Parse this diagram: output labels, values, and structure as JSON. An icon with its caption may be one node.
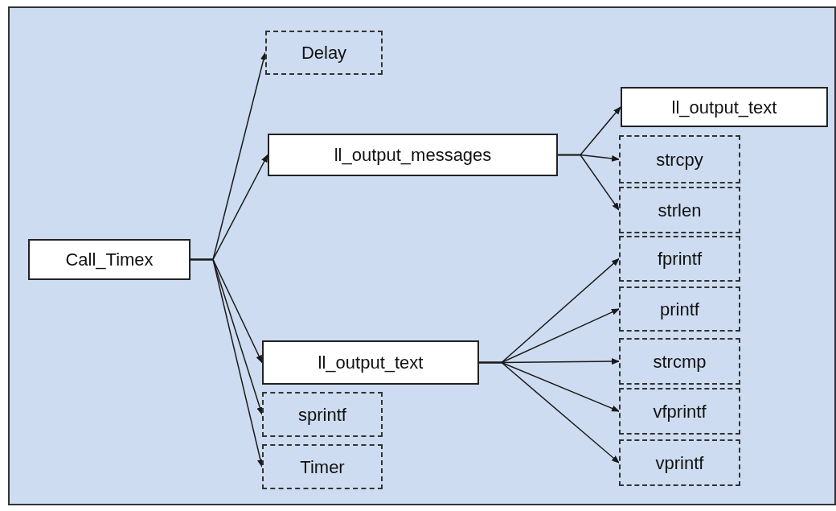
{
  "diagram": {
    "nodes": [
      {
        "text": [
          "Call_Timex"
        ]
      },
      {
        "text": [
          "Delay"
        ]
      },
      {
        "text": [
          "ll_output_messages"
        ]
      },
      {
        "text": [
          "ll_output_text"
        ]
      },
      {
        "text": [
          "strcpy"
        ]
      },
      {
        "text": [
          "strlen"
        ]
      },
      {
        "text": [
          "fprintf"
        ]
      },
      {
        "text": [
          "printf"
        ]
      },
      {
        "text": [
          "strcmp"
        ]
      },
      {
        "text": [
          "vfprintf"
        ]
      },
      {
        "text": [
          "vprintf"
        ]
      },
      {
        "text": [
          "ll_output_text"
        ]
      },
      {
        "text": [
          "sprintf"
        ]
      },
      {
        "text": [
          "Timer"
        ]
      }
    ],
    "edges": [
      {
        "from": 0,
        "to": 1,
        "arrow": "to"
      },
      {
        "from": 0,
        "to": 2,
        "arrow": "to"
      },
      {
        "from": 0,
        "to": 11,
        "arrow": "to"
      },
      {
        "from": 0,
        "to": 12,
        "arrow": "to"
      },
      {
        "from": 0,
        "to": 13,
        "arrow": "to"
      },
      {
        "from": 2,
        "to": 3,
        "arrow": "to"
      },
      {
        "from": 2,
        "to": 4,
        "arrow": "to"
      },
      {
        "from": 2,
        "to": 5,
        "arrow": "to"
      },
      {
        "from": 11,
        "to": 6,
        "arrow": "to"
      },
      {
        "from": 11,
        "to": 7,
        "arrow": "to"
      },
      {
        "from": 11,
        "to": 8,
        "arrow": "to"
      },
      {
        "from": 11,
        "to": 9,
        "arrow": "to"
      },
      {
        "from": 11,
        "to": 10,
        "arrow": "to"
      }
    ]
  }
}
